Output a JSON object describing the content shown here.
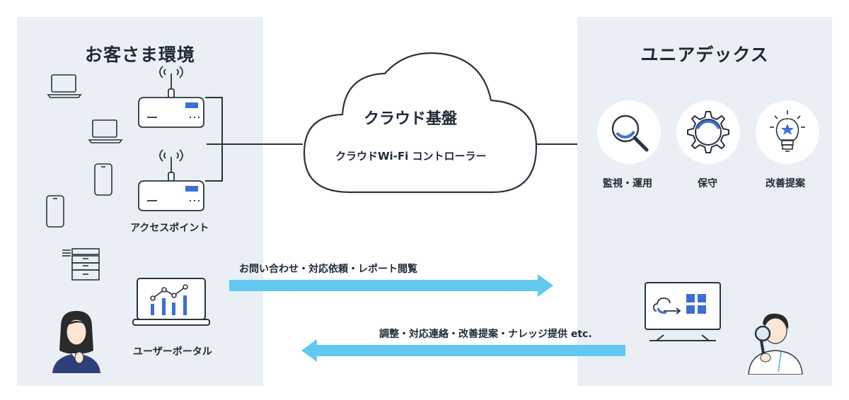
{
  "left_panel": {
    "title": "お客さま環境",
    "access_point_label": "アクセスポイント",
    "user_portal_label": "ユーザーポータル"
  },
  "right_panel": {
    "title": "ユニアデックス",
    "services": [
      {
        "label": "監視・運用",
        "icon": "magnifier-icon"
      },
      {
        "label": "保守",
        "icon": "gear-icon"
      },
      {
        "label": "改善提案",
        "icon": "lightbulb-icon"
      }
    ]
  },
  "cloud": {
    "title": "クラウド基盤",
    "subtitle": "クラウドWi-Fi コントローラー"
  },
  "arrows": {
    "to_right_label": "お問い合わせ・対応依頼・レポート閲覧",
    "to_left_label": "調整・対応連絡・改善提案・ナレッジ提供 etc."
  },
  "colors": {
    "panel_bg": "#e9eff5",
    "arrow": "#62c8ef",
    "accent_blue": "#3b6fd8",
    "line": "#2a3442"
  }
}
